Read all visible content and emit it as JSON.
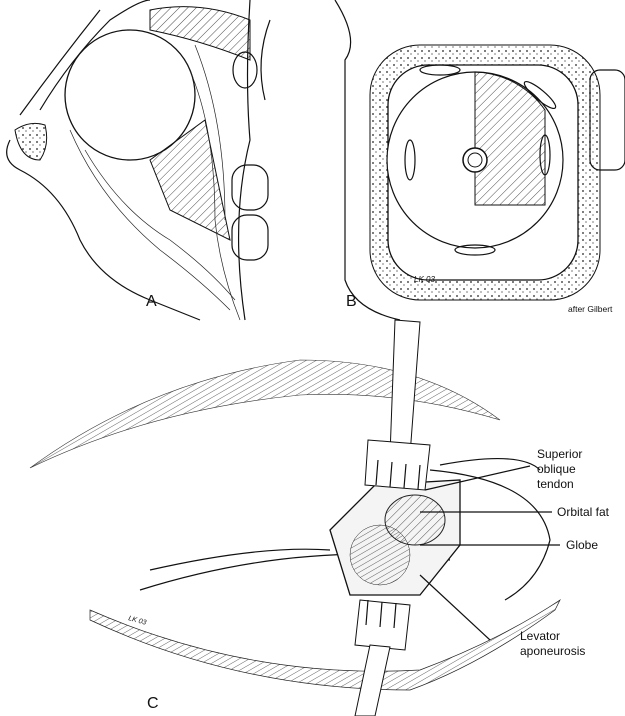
{
  "panels": {
    "a": {
      "label": "A"
    },
    "b": {
      "label": "B",
      "signature": "LK 03",
      "credit": "after Gilbert"
    },
    "c": {
      "label": "C",
      "signature": "LK 03",
      "callouts": {
        "superior_oblique": [
          "Superior",
          "oblique",
          "tendon"
        ],
        "orbital_fat": "Orbital fat",
        "globe": "Globe",
        "levator": [
          "Levator",
          "aponeurosis"
        ]
      }
    }
  }
}
